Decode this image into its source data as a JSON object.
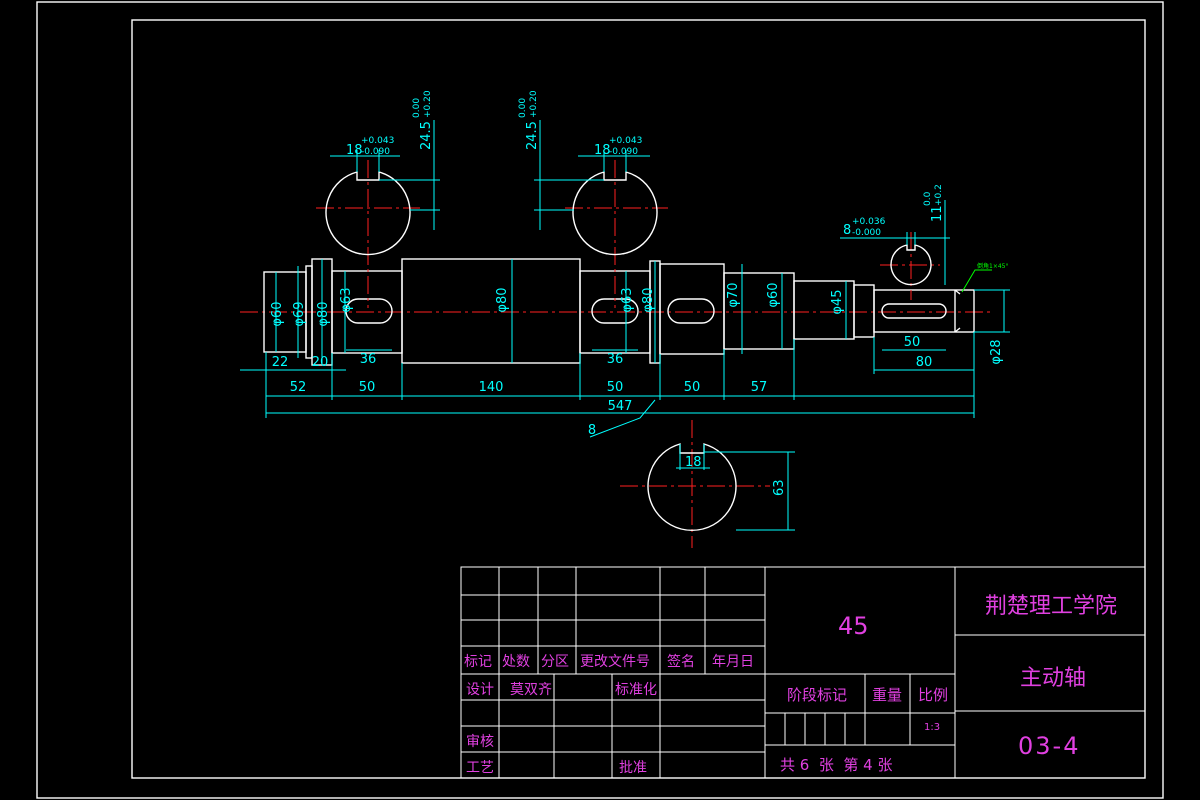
{
  "drawing": {
    "dims": {
      "d60a": "φ60",
      "d69": "φ69",
      "d80a": "φ80",
      "d63a": "φ63",
      "d80b": "φ80",
      "d63b": "φ63",
      "d80c": "φ80",
      "d70": "φ70",
      "d60b": "φ60",
      "d45": "φ45",
      "d28": "φ28",
      "l22": "22",
      "l20": "20",
      "l36a": "36",
      "l52": "52",
      "l50a": "50",
      "l140": "140",
      "l36b": "36",
      "l50b": "50",
      "l50c": "50",
      "l57": "57",
      "l547": "547",
      "l8": "8",
      "l50d": "50",
      "l80": "80",
      "k1_width": "18",
      "k1_tol_up": "+0.043",
      "k1_tol_lo": "-0.090",
      "k1_depth": "24.5",
      "k1_depth_up": "+0.20",
      "k1_depth_lo": "0.00",
      "k2_width": "18",
      "k2_tol_up": "+0.043",
      "k2_tol_lo": "-0.090",
      "k2_depth": "24.5",
      "k2_depth_up": "+0.20",
      "k2_depth_lo": "0.00",
      "k3_width": "8",
      "k3_tol_up": "+0.036",
      "k3_tol_lo": "-0.000",
      "k3_depth": "11",
      "k3_depth_up": "+0.2",
      "k3_depth_lo": "0.0",
      "k4_width": "18",
      "k4_depth": "63",
      "chamfer_note": "倒角1×45°"
    }
  },
  "title_block": {
    "material": "45",
    "school": "荆楚理工学院",
    "part_name": "主动轴",
    "drawing_no": "03-4",
    "labels": {
      "mark": "标记",
      "count": "处数",
      "zone": "分区",
      "change_doc": "更改文件号",
      "sign": "签名",
      "date": "年月日",
      "design": "设计",
      "designer": "莫双齐",
      "standardize": "标准化",
      "stage_mark": "阶段标记",
      "weight": "重量",
      "scale": "比例",
      "scale_value": "1:3",
      "check": "审核",
      "process": "工艺",
      "approve": "批准",
      "sheets": "共 6  张  第 4 张"
    },
    "colors": {
      "text": "#e040e0",
      "lines": "#ffffff",
      "dims": "#00ffff",
      "center": "#ff2020"
    }
  }
}
